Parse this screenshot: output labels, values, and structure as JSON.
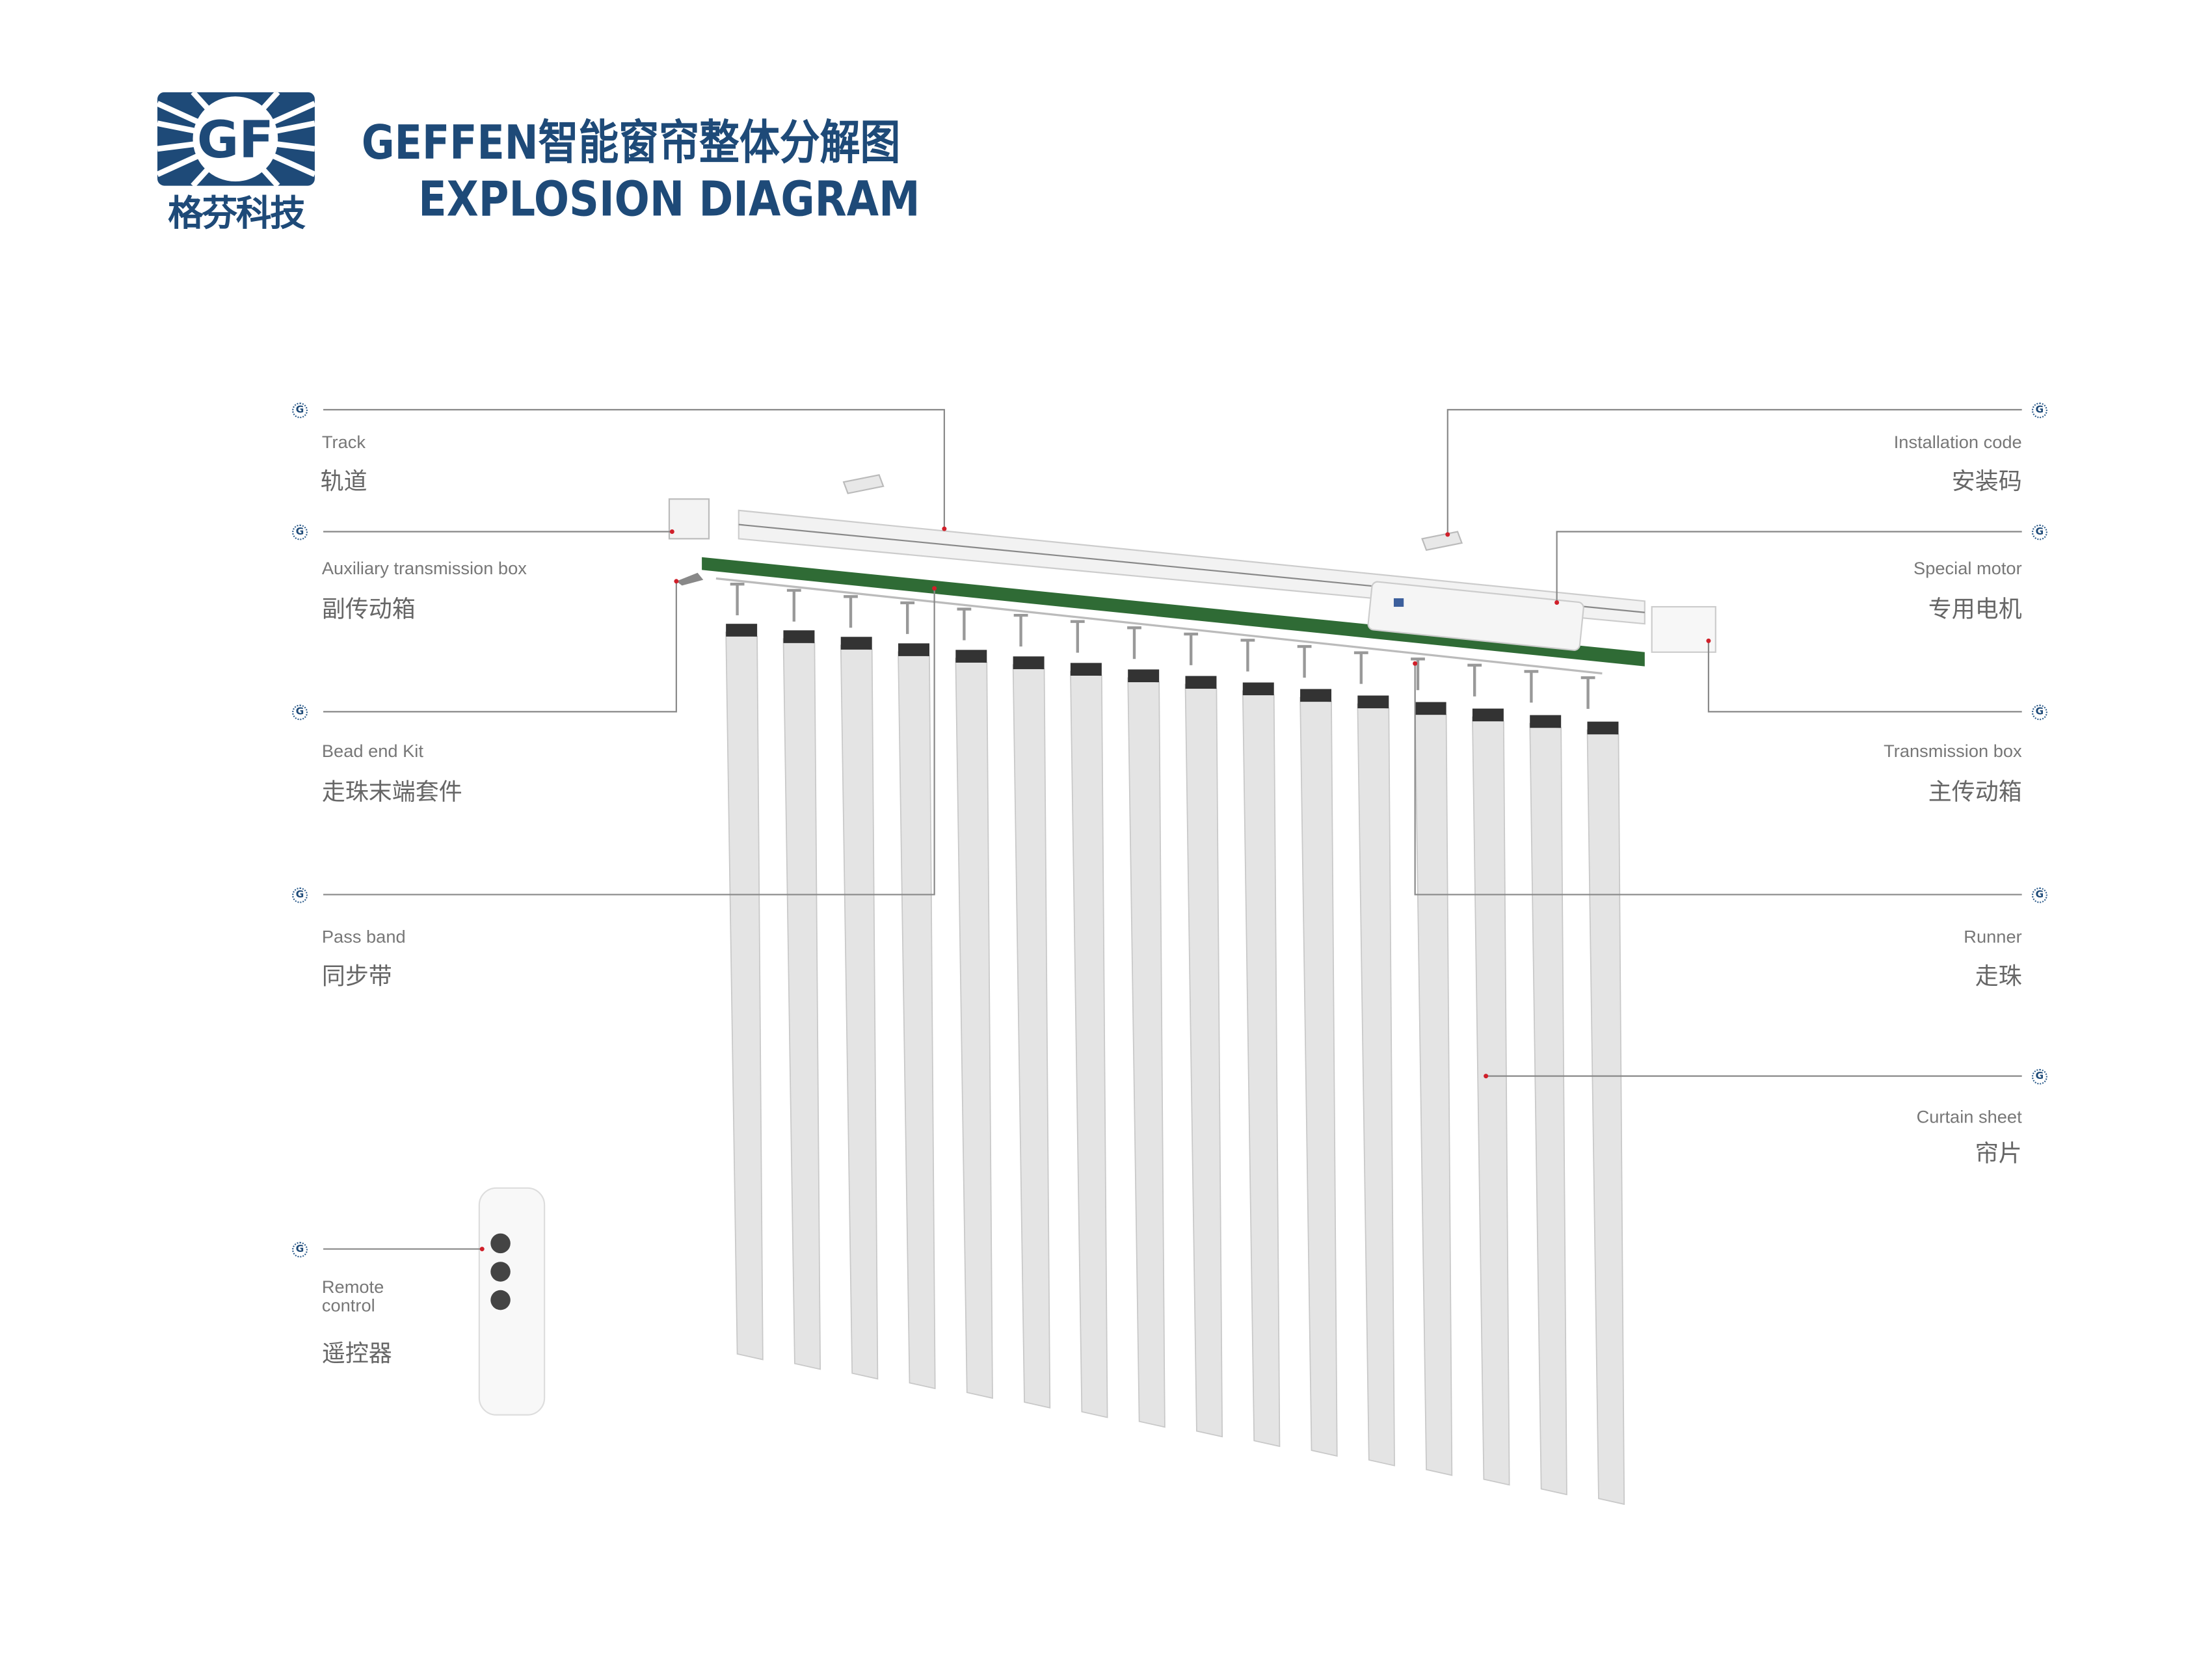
{
  "header": {
    "logo_text": "格芬科技",
    "title_line1": "GEFFEN智能窗帘整体分解图",
    "title_line2": "EXPLOSION DIAGRAM"
  },
  "labels_left": [
    {
      "en": "Track",
      "zh": "轨道"
    },
    {
      "en": "Auxiliary transmission box",
      "zh": "副传动箱"
    },
    {
      "en": "Bead end Kit",
      "zh": "走珠末端套件"
    },
    {
      "en": "Pass band",
      "zh": "同步带"
    },
    {
      "en": "Remote control",
      "zh": "遥控器"
    }
  ],
  "labels_right": [
    {
      "en": "Installation code",
      "zh": "安装码"
    },
    {
      "en": "Special motor",
      "zh": "专用电机"
    },
    {
      "en": "Transmission box",
      "zh": "主传动箱"
    },
    {
      "en": "Runner",
      "zh": "走珠"
    },
    {
      "en": "Curtain sheet",
      "zh": "帘片"
    }
  ],
  "colors": {
    "brand": "#1e4a78",
    "leader_line": "#888888",
    "pass_band": "#2f6b35",
    "pointer_dot": "#d0202a"
  }
}
